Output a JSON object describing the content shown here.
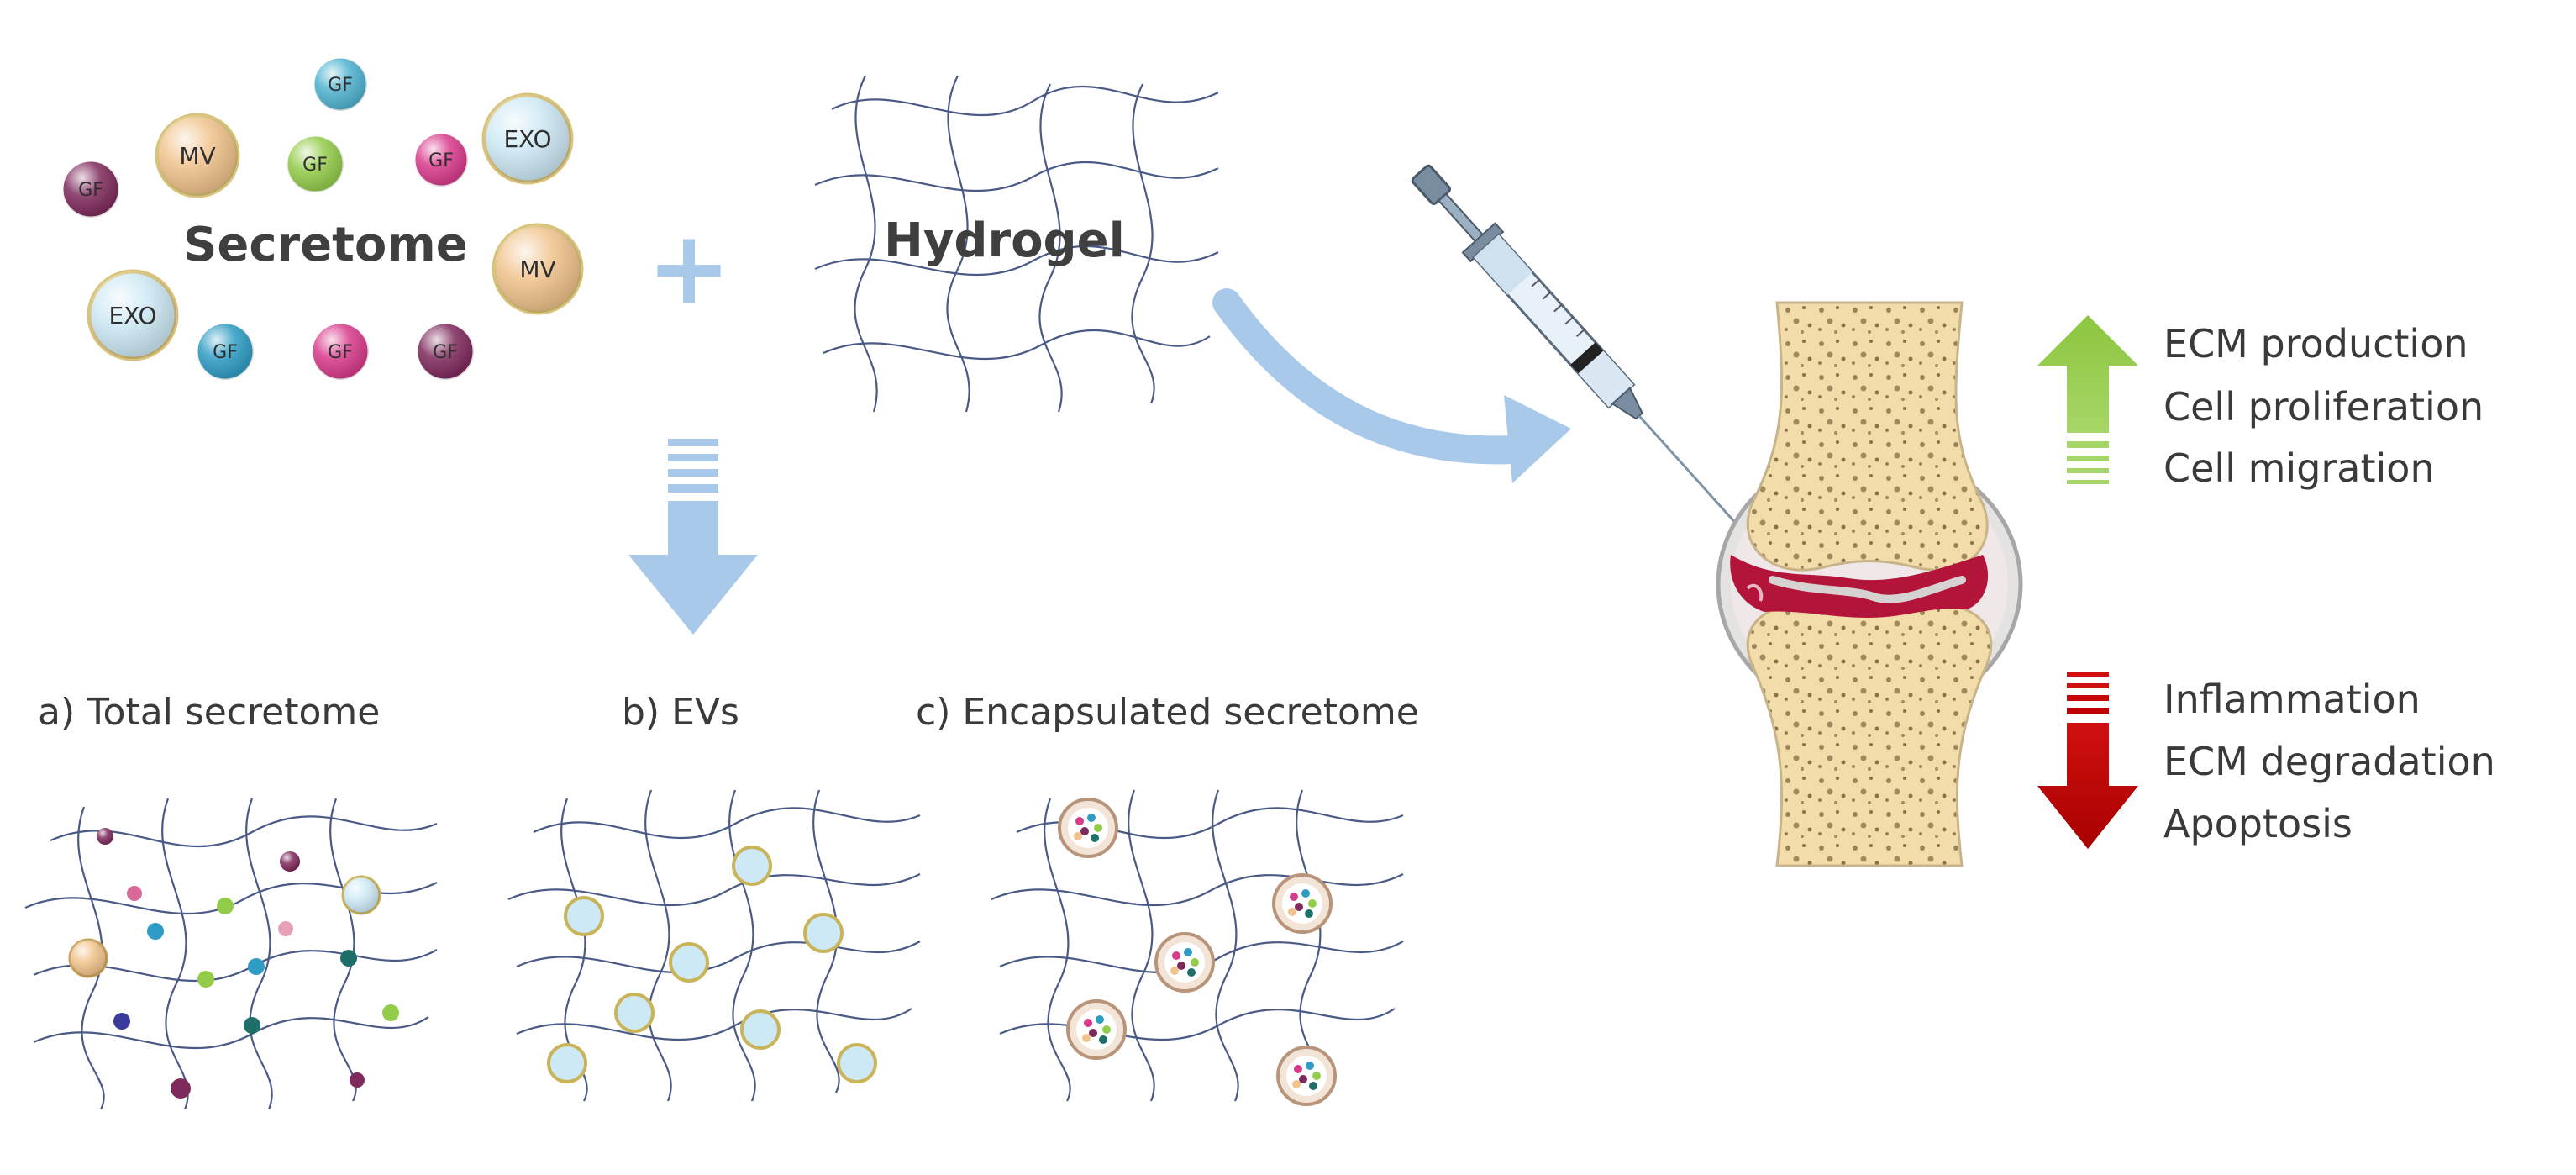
{
  "secretome": {
    "title": "Secretome",
    "particles": [
      {
        "label": "GF",
        "color": "#4fb3d0"
      },
      {
        "label": "MV",
        "color": "#f1c38c"
      },
      {
        "label": "GF",
        "color": "#93cc4a"
      },
      {
        "label": "GF",
        "color": "#d83a8c"
      },
      {
        "label": "EXO",
        "color": "#cde9f5"
      },
      {
        "label": "GF",
        "color": "#7e2a5c"
      },
      {
        "label": "MV",
        "color": "#f1c38c"
      },
      {
        "label": "EXO",
        "color": "#cde9f5"
      },
      {
        "label": "GF",
        "color": "#2e9cc4"
      },
      {
        "label": "GF",
        "color": "#d83a8c"
      },
      {
        "label": "GF",
        "color": "#7e2a5c"
      }
    ]
  },
  "hydrogel": {
    "title": "Hydrogel"
  },
  "operator_plus": "+",
  "variants": {
    "a": "a) Total secretome",
    "b": "b) EVs",
    "c": "c) Encapsulated secretome"
  },
  "effects": {
    "up_color": "#8cc63f",
    "down_color": "#c00000",
    "increase": [
      "ECM production",
      "Cell proliferation",
      "Cell migration"
    ],
    "decrease": [
      "Inflammation",
      "ECM degradation",
      "Apoptosis"
    ]
  },
  "colors": {
    "flow_arrow": "#a9c9ea",
    "mesh": "#4a5a86",
    "bone": "#f2dcaa",
    "lesion": "#b3143a"
  }
}
